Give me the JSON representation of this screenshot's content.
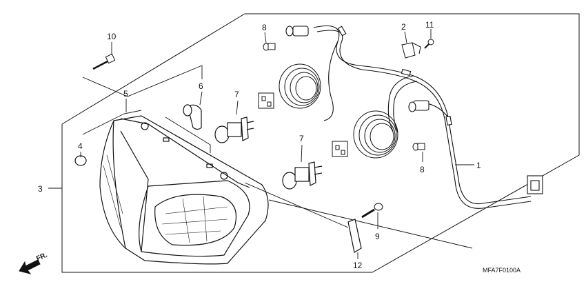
{
  "callouts": {
    "c1": "1",
    "c2": "2",
    "c3": "3",
    "c4": "4",
    "c5": "5",
    "c6": "6",
    "c7a": "7",
    "c7b": "7",
    "c8a": "8",
    "c8b": "8",
    "c9": "9",
    "c10": "10",
    "c11": "11",
    "c12": "12"
  },
  "diagram_code": "MFA7F0100A",
  "direction_label": "FR.",
  "icons": [
    "front-direction-arrow-icon"
  ]
}
